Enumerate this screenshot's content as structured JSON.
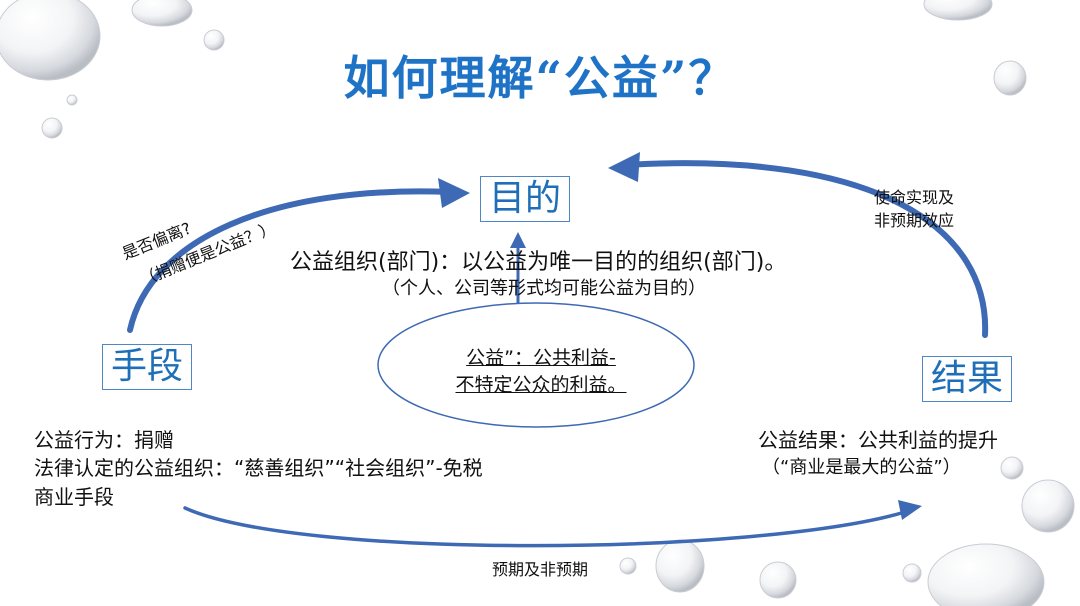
{
  "slide": {
    "title": "如何理解“公益”？",
    "nodes": {
      "purpose": "目的",
      "means": "手段",
      "result": "结果"
    },
    "purpose_text": {
      "line1": "公益组织(部门)：以公益为唯一目的的组织(部门)。",
      "line2": "（个人、公司等形式均可能公益为目的）"
    },
    "center_ellipse": {
      "line1": "公益”：公共利益-",
      "line2": "不特定公众的利益。"
    },
    "means_text": {
      "line1": "公益行为：捐赠",
      "line2": "法律认定的公益组织：“慈善组织”“社会组织”-免税",
      "line3": "商业手段"
    },
    "result_text": {
      "line1": "公益结果：公共利益的提升",
      "line2": "（“商业是最大的公益”）"
    },
    "arrow_labels": {
      "left_line1": "是否偏离?",
      "left_line2": "（捐赠便是公益？）",
      "right_line1": "使命实现及",
      "right_line2": "非预期效应",
      "bottom": "预期及非预期"
    },
    "colors": {
      "title": "#1f73c7",
      "arrow": "#3e69b4",
      "box_border": "#4f86c6"
    }
  }
}
